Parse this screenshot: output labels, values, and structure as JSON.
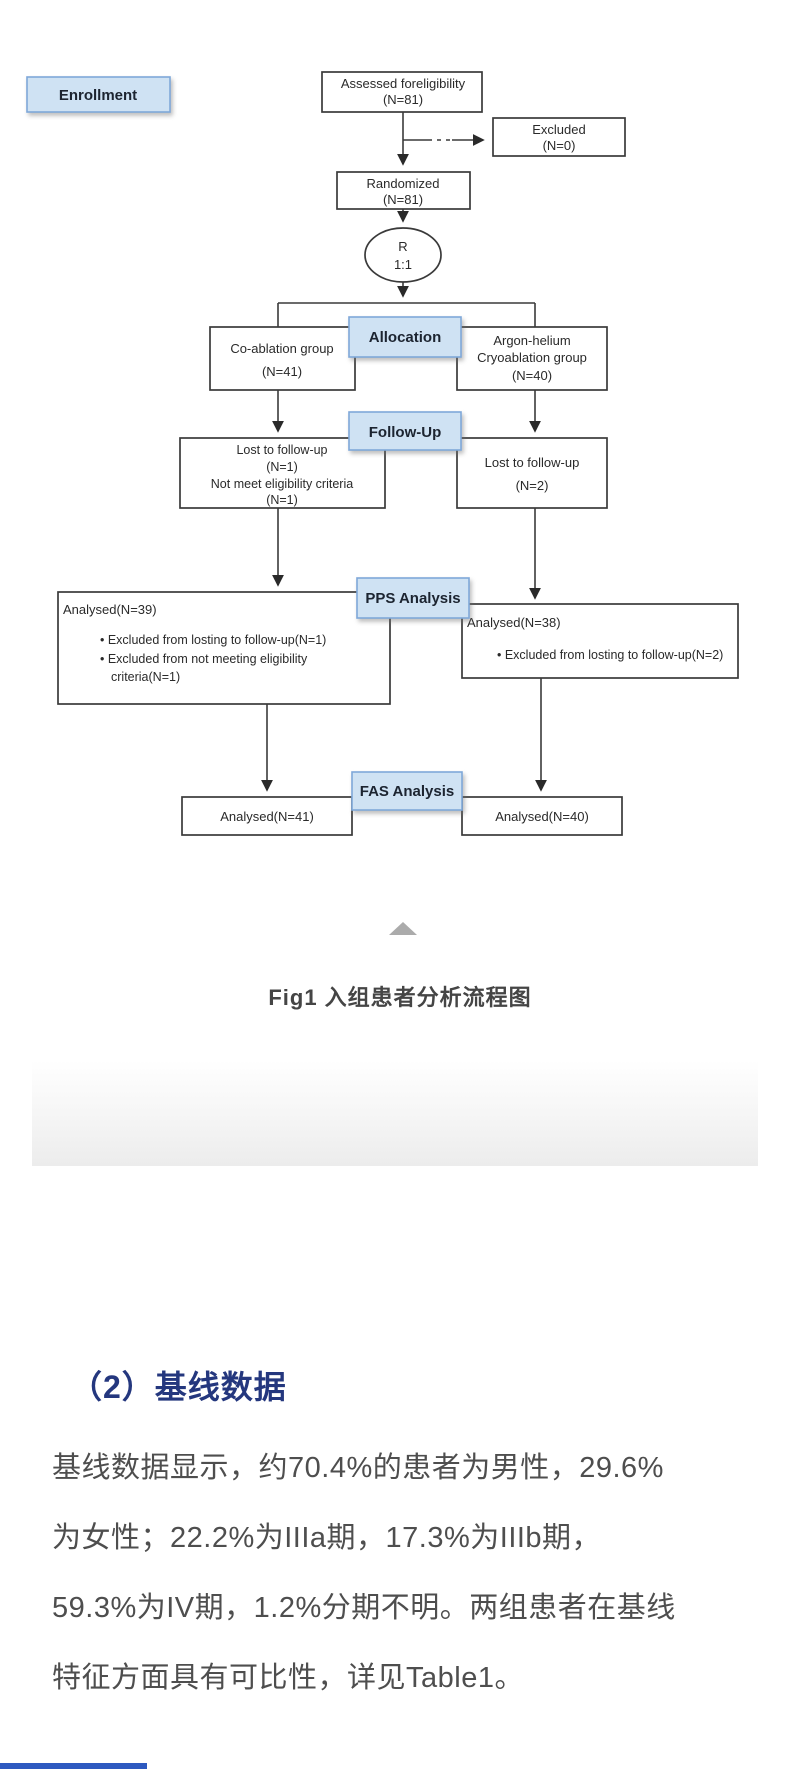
{
  "colors": {
    "box_fill": "#cfe2f3",
    "box_border": "#7fa8d9",
    "line": "#3a3a3a",
    "heading": "#24377e",
    "body_text": "#4e4e4e",
    "caption": "#454545",
    "bottom_bar": "#2d59c0",
    "triangle": "#ababab"
  },
  "flowchart": {
    "enrollment_label": "Enrollment",
    "assessed": {
      "lines": [
        "Assessed foreligibility",
        "(N=81)"
      ]
    },
    "excluded": {
      "lines": [
        "Excluded",
        "(N=0)"
      ]
    },
    "randomized": {
      "lines": [
        "Randomized",
        "(N=81)"
      ]
    },
    "randomization": {
      "lines": [
        "R",
        "1:1"
      ]
    },
    "allocation_label": "Allocation",
    "co_ablation_group": {
      "lines": [
        "Co-ablation group",
        "(N=41)"
      ]
    },
    "cryoablation_group": {
      "lines": [
        "Argon-helium",
        "Cryoablation group",
        "(N=40)"
      ]
    },
    "followup_label": "Follow-Up",
    "left_lost": {
      "lines": [
        "Lost to follow-up",
        "(N=1)",
        "Not meet eligibility criteria",
        "(N=1)"
      ]
    },
    "right_lost": {
      "lines": [
        "Lost to follow-up",
        "(N=2)"
      ]
    },
    "pps_label": "PPS Analysis",
    "pps_left": {
      "title": "Analysed(N=39)",
      "lines": [
        "• Excluded from losting to follow-up(N=1)",
        "• Excluded from not meeting eligibility",
        "criteria(N=1)"
      ]
    },
    "pps_right": {
      "title": "Analysed(N=38)",
      "lines": [
        "• Excluded from losting to follow-up(N=2)"
      ]
    },
    "fas_label": "FAS Analysis",
    "fas_left": "Analysed(N=41)",
    "fas_right": "Analysed(N=40)"
  },
  "figure": {
    "caption": "Fig1 入组患者分析流程图"
  },
  "section": {
    "heading": "（2）基线数据",
    "paragraph_lines": [
      "基线数据显示，约70.4%的患者为男性，29.6%",
      "为女性；22.2%为IIIa期，17.3%为IIIb期，",
      "59.3%为IV期，1.2%分期不明。两组患者在基线",
      "特征方面具有可比性，详见Table1。"
    ]
  }
}
